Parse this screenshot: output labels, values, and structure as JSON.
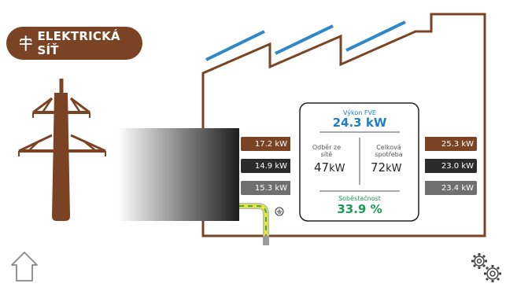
{
  "badge": {
    "label": "ELEKTRICKÁ SÍŤ"
  },
  "inputs": [
    {
      "value": "17.2 kW",
      "color": "#7a4424"
    },
    {
      "value": "14.9 kW",
      "color": "#2b2b2b"
    },
    {
      "value": "15.3 kW",
      "color": "#6f6f6f"
    }
  ],
  "outputs": [
    {
      "value": "25.3 kW",
      "color": "#7a4424"
    },
    {
      "value": "23.0 kW",
      "color": "#2b2b2b"
    },
    {
      "value": "23.4 kW",
      "color": "#6f6f6f"
    }
  ],
  "panel": {
    "fve_label": "Výkon FVE",
    "fve_value": "24.3 kW",
    "grid_label_1": "Odběr ze",
    "grid_label_2": "sítě",
    "grid_value": "47",
    "grid_unit": "kW",
    "total_label_1": "Celková",
    "total_label_2": "spotřeba",
    "total_value": "72",
    "total_unit": "kW",
    "self_label": "Soběstačnost",
    "self_value": "33.9 %"
  },
  "colors": {
    "brand": "#7a4424",
    "fve": "#1f7fc1",
    "self": "#1a9a55",
    "solar_panel": "#2f86c8"
  },
  "icons": {
    "home": "home-icon",
    "settings": "gear-icon",
    "tower": "power-tower-icon",
    "ground": "ground-symbol-icon"
  }
}
